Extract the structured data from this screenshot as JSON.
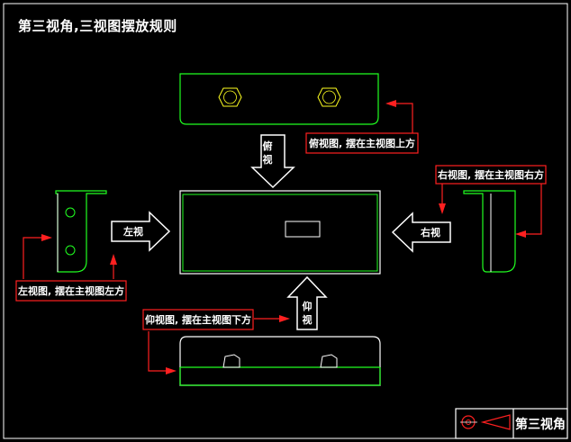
{
  "title": "第三视角,三视图摆放规则",
  "colors": {
    "background": "#000000",
    "part": "#20ff20",
    "leader": "#ff2020",
    "label_box": "#ff2020",
    "outline": "#ffffff",
    "hex": "#ffff20"
  },
  "arrows": {
    "top": "俯视",
    "left": "左视",
    "right": "右视",
    "bottom": "仰视"
  },
  "notes": {
    "top": "俯视图, 摆在主视图上方",
    "right": "右视图, 摆在主视图右方",
    "left": "左视图, 摆在主视图左方",
    "bottom": "仰视图, 摆在主视图下方"
  },
  "title_block": {
    "label": "第三视角"
  }
}
